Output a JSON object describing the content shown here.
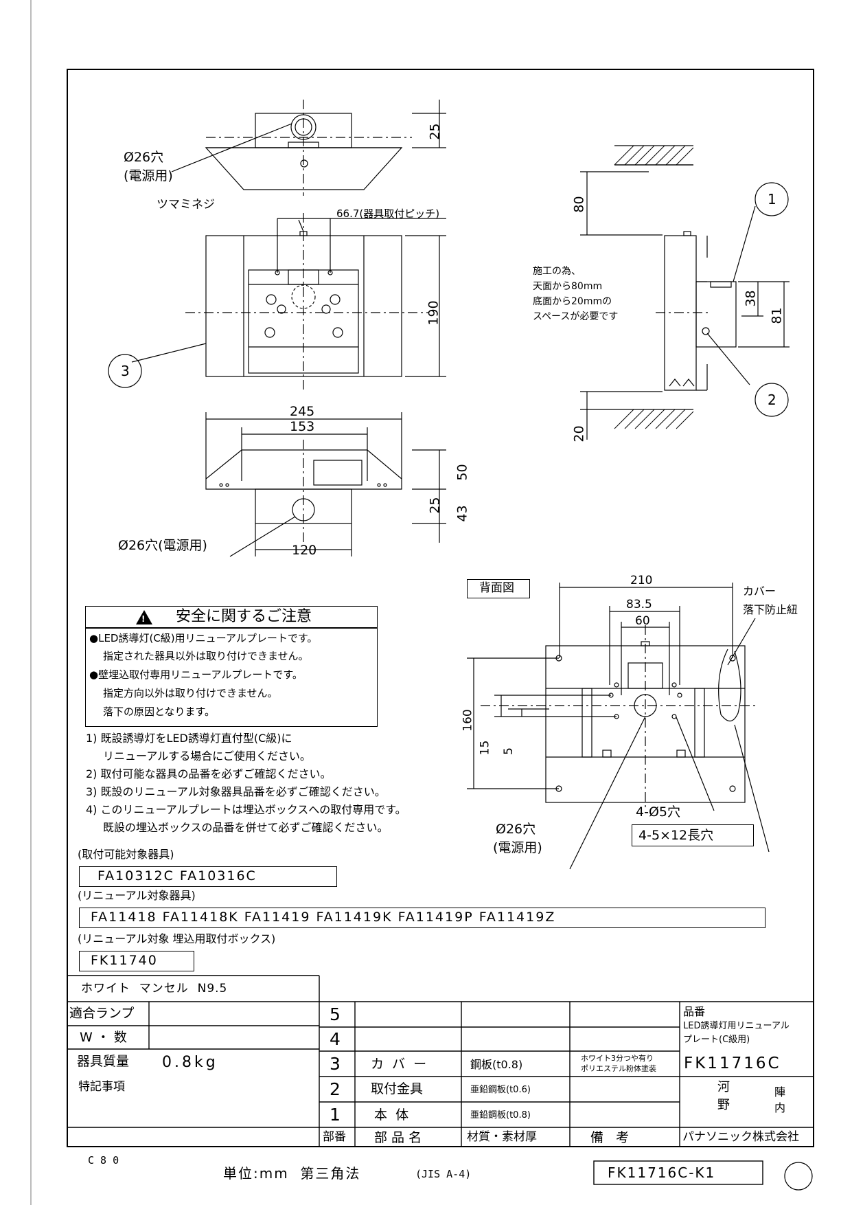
{
  "drawing": {
    "front": {
      "hole_label_1": "Ø26穴",
      "hole_label_2": "(電源用)",
      "dim_25_top": "25",
      "tsumami": "ツマミネジ",
      "pitch": "66.7(器具取付ピッチ)",
      "dim_190": "190",
      "dim_245": "245",
      "dim_153": "153",
      "dim_50": "50",
      "dim_25": "25",
      "dim_43": "43",
      "dim_120": "120",
      "hole_bottom": "Ø26穴(電源用)",
      "balloon_3": "3"
    },
    "side": {
      "dim_80": "80",
      "dim_20": "20",
      "dim_38": "38",
      "dim_81": "81",
      "balloon_1": "1",
      "balloon_2": "2",
      "note": [
        "施工の為、",
        "天面から80mm",
        "底面から20mmの",
        "スペースが必要です"
      ]
    },
    "back": {
      "title": "背面図",
      "dim_210": "210",
      "dim_835": "83.5",
      "dim_60": "60",
      "dim_160": "160",
      "dim_15": "15",
      "dim_5": "5",
      "holes_small": "4-Ø5穴",
      "holes_slot": "4-5×12長穴",
      "hole_main_1": "Ø26穴",
      "hole_main_2": "(電源用)",
      "cover_1": "カバー",
      "cover_2": "落下防止紐"
    }
  },
  "safety": {
    "title": "安全に関するご注意",
    "lines": [
      "●LED誘導灯(C級)用リニューアルプレートです。",
      "指定された器具以外は取り付けできません。",
      "●壁埋込取付専用リニューアルプレートです。",
      "指定方向以外は取り付けできません。",
      "落下の原因となります。"
    ]
  },
  "notes": [
    "1) 既設誘導灯をLED誘導灯直付型(C級)に",
    "リニューアルする場合にご使用ください。",
    "2) 取付可能な器具の品番を必ずご確認ください。",
    "3) 既設のリニューアル対象器具品番を必ずご確認ください。",
    "4) このリニューアルプレートは埋込ボックスへの取付専用です。",
    "既設の埋込ボックスの品番を併せて必ずご確認ください。"
  ],
  "compat": {
    "label1": "(取付可能対象器具)",
    "value1": "FA10312C FA10316C",
    "label2": "(リニューアル対象器具)",
    "value2": "FA11418 FA11418K FA11419 FA11419K FA11419P FA11419Z",
    "label3": "(リニューアル対象 埋込用取付ボックス)",
    "value3": "FK11740"
  },
  "table": {
    "color": "ホワイト  マンセル  N9.5",
    "rows_left": [
      {
        "label": "適合ランプ",
        "value": ""
      },
      {
        "label": "W ・ 数",
        "value": ""
      },
      {
        "label": "器具質量",
        "value": "0.8kg"
      },
      {
        "label": "特記事項",
        "value": ""
      }
    ],
    "parts": [
      {
        "no": "5",
        "name": "",
        "material": "",
        "remark": ""
      },
      {
        "no": "4",
        "name": "",
        "material": "",
        "remark": ""
      },
      {
        "no": "3",
        "name": "カ バ ー",
        "material": "鋼板(t0.8)",
        "remark1": "ホワイト3分つや有り",
        "remark2": "ポリエステル粉体塗装"
      },
      {
        "no": "2",
        "name": "取付金具",
        "material": "亜鉛鋼板(t0.6)",
        "remark": ""
      },
      {
        "no": "1",
        "name": "本  体",
        "material": "亜鉛鋼板(t0.8)",
        "remark": ""
      }
    ],
    "header": {
      "no": "部番",
      "name": "部 品 名",
      "material": "材質・素材厚",
      "remark": "備   考"
    },
    "product_label": "品番",
    "product_name_1": "LED誘導灯用リニューアル",
    "product_name_2": "プレート(C級用)",
    "product_code": "FK11716C",
    "sign_1": "河",
    "sign_2": "陣",
    "sign_3": "野",
    "sign_4": "内",
    "company": "パナソニック株式会社"
  },
  "footer": {
    "code": "C 8 0",
    "unit": "単位:mm  第三角法",
    "size": "(JIS A-4)",
    "drawing_no": "FK11716C-K1"
  }
}
